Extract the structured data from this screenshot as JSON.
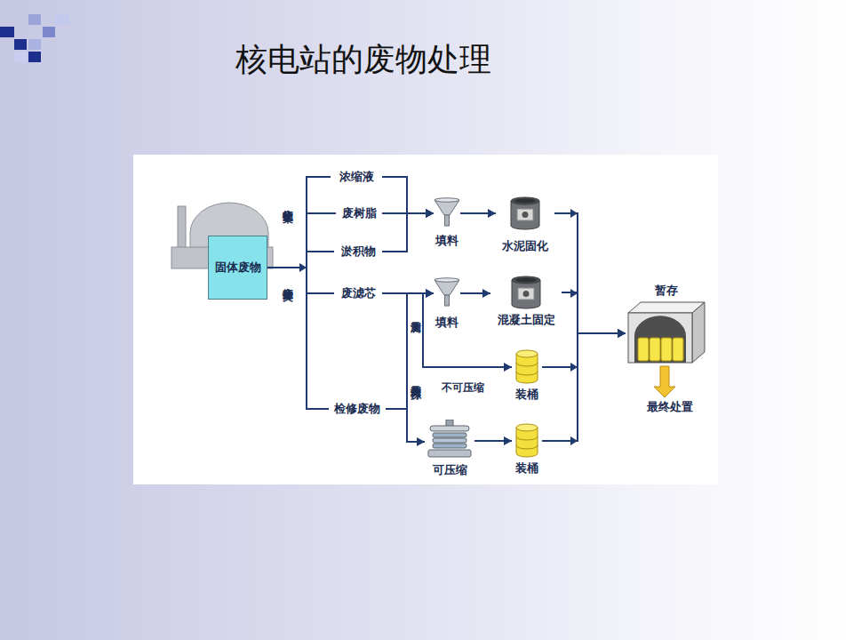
{
  "diagram": {
    "title": "核电站的废物处理",
    "nodes": [
      {
        "text": [
          "固体废物"
        ]
      },
      {
        "text": [
          "浓缩液"
        ]
      },
      {
        "text": [
          "废树脂"
        ]
      },
      {
        "text": [
          "淤积物"
        ]
      },
      {
        "text": [
          "废滤芯"
        ]
      },
      {
        "text": [
          "检修废物"
        ]
      },
      {
        "text": [
          "填料"
        ]
      },
      {
        "text": [
          "水泥固化"
        ]
      },
      {
        "text": [
          "填料"
        ]
      },
      {
        "text": [
          "混凝土固定"
        ]
      },
      {
        "text": [
          "装桶"
        ]
      },
      {
        "text": [
          "可压缩"
        ]
      },
      {
        "text": [
          "装桶"
        ]
      },
      {
        "text": [
          "暂存"
        ]
      },
      {
        "text": [
          "最终处置"
        ]
      }
    ],
    "edges": [
      {
        "from": 0,
        "to": 1,
        "arrow": "none"
      },
      {
        "from": 0,
        "to": 2,
        "arrow": "none"
      },
      {
        "from": 0,
        "to": 3,
        "arrow": "none"
      },
      {
        "from": 0,
        "to": 4,
        "arrow": "none"
      },
      {
        "from": 0,
        "to": 5,
        "arrow": "none"
      },
      {
        "from": 1,
        "to": 6,
        "arrow": "to"
      },
      {
        "from": 2,
        "to": 6,
        "arrow": "to"
      },
      {
        "from": 3,
        "to": 6,
        "arrow": "to"
      },
      {
        "from": 6,
        "to": 7,
        "arrow": "to"
      },
      {
        "from": 4,
        "to": 8,
        "arrow": "to"
      },
      {
        "from": 8,
        "to": 9,
        "arrow": "to"
      },
      {
        "from": 4,
        "to": 10,
        "label": "测量",
        "arrow": "to"
      },
      {
        "from": 5,
        "to": 8,
        "arrow": "to"
      },
      {
        "from": 5,
        "to": 11,
        "label": "测量分拣",
        "arrow": "to"
      },
      {
        "from": 11,
        "to": 12,
        "arrow": "to"
      },
      {
        "from": 7,
        "to": 13,
        "arrow": "to"
      },
      {
        "from": 9,
        "to": 13,
        "arrow": "to"
      },
      {
        "from": 10,
        "to": 13,
        "arrow": "to"
      },
      {
        "from": 12,
        "to": 13,
        "arrow": "to"
      },
      {
        "from": 13,
        "to": 14,
        "arrow": "to"
      }
    ],
    "labels": [
      "废物收集",
      "废物分类",
      "不可压缩"
    ]
  }
}
